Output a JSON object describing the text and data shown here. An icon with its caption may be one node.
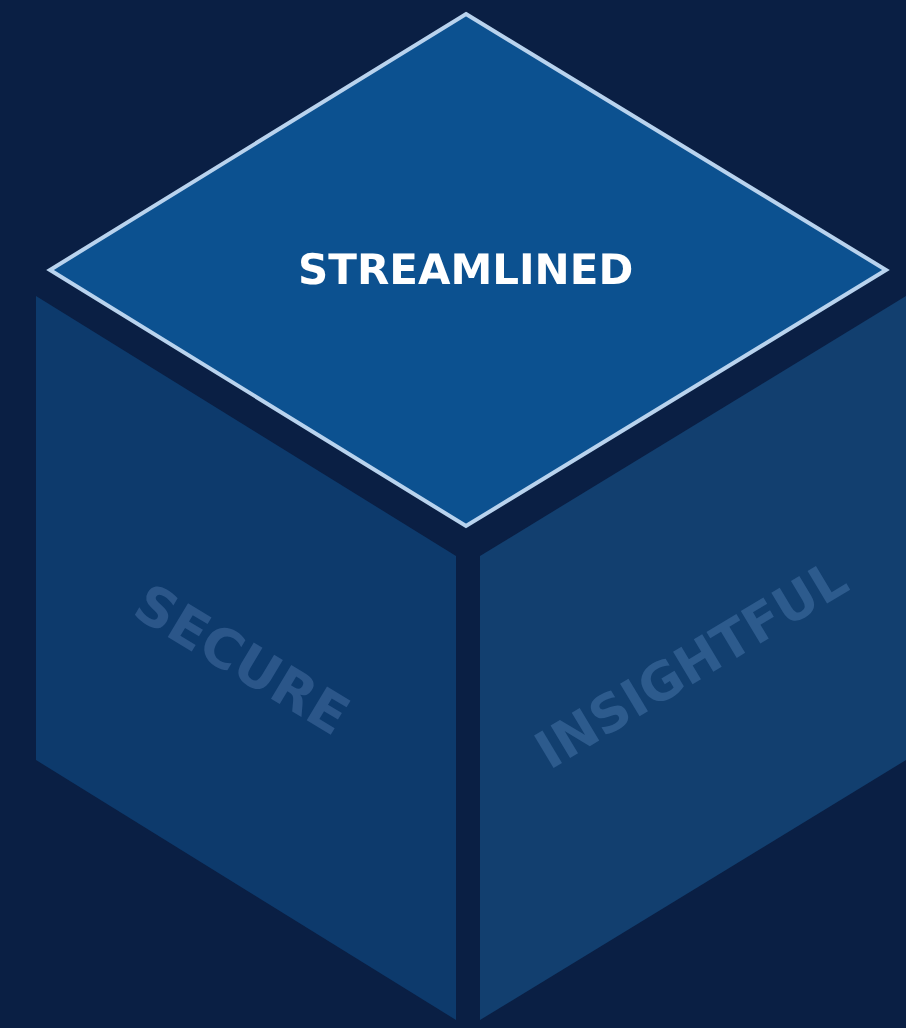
{
  "diagram": {
    "nodes": [
      {
        "text": [
          "STREAMLINED"
        ]
      },
      {
        "text": [
          "SECURE"
        ]
      },
      {
        "text": [
          "INSIGHTFUL"
        ]
      }
    ]
  }
}
